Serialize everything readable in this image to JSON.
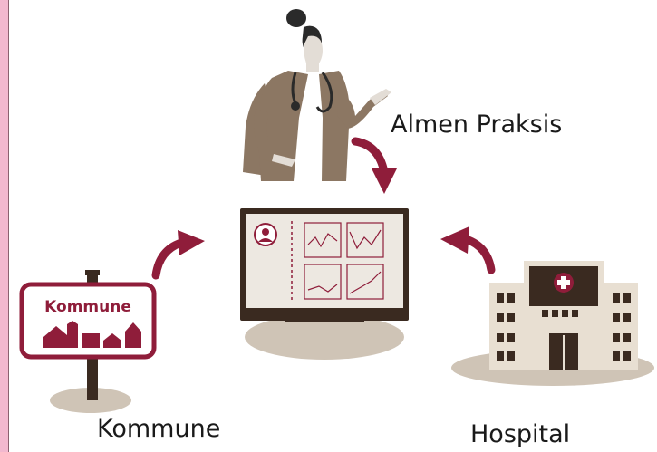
{
  "labels": {
    "almen_praksis": "Almen Praksis",
    "kommune": "Kommune",
    "hospital": "Hospital",
    "kommune_sign": "Kommune"
  },
  "colors": {
    "accent": "#8f1d3a",
    "monitor_frame": "#3a2a20",
    "screen_bg": "#ede8e1",
    "shadow": "#cfc4b6",
    "building": "#e8dfd2",
    "building_dark": "#3a2a20",
    "coat": "#8c7763",
    "left_bar": "#f2b8cf"
  },
  "icons": [
    "arrow-icon",
    "person-avatar-icon",
    "hospital-cross-icon"
  ]
}
